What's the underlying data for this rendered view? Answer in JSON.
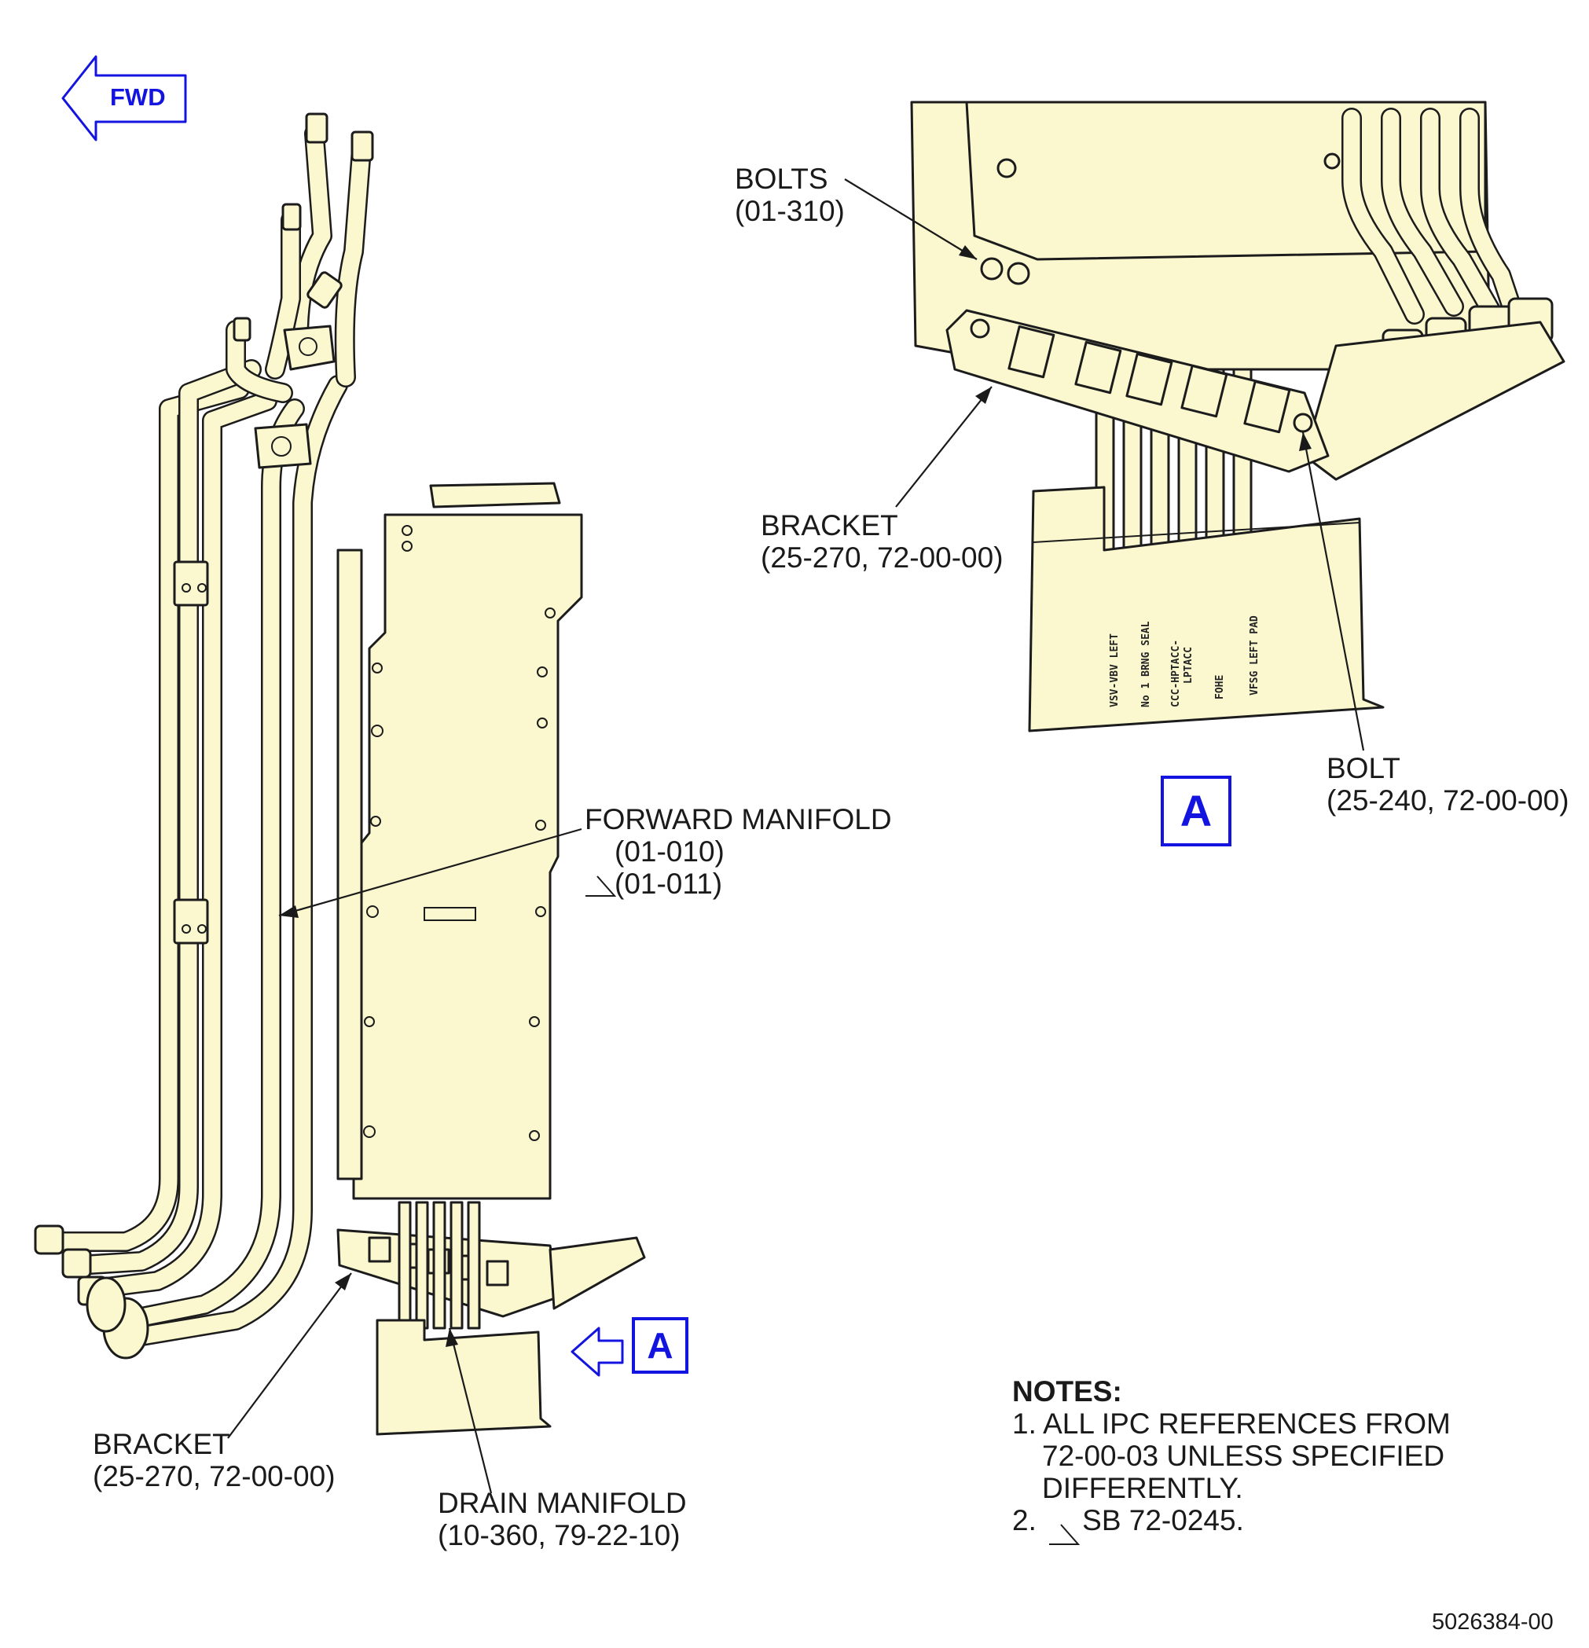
{
  "fwd_label": "FWD",
  "detail_marker": "A",
  "labels": {
    "bolts": [
      "BOLTS",
      "(01-310)"
    ],
    "bracket_top": [
      "BRACKET",
      "(25-270, 72-00-00)"
    ],
    "bolt": [
      "BOLT",
      "(25-240, 72-00-00)"
    ],
    "forward_manifold": [
      "FORWARD MANIFOLD",
      "(01-010)",
      "(01-011)"
    ],
    "bracket_bottom": [
      "BRACKET",
      "(25-270, 72-00-00)"
    ],
    "drain_manifold": [
      "DRAIN MANIFOLD",
      "(10-360, 79-22-10)"
    ]
  },
  "stencil": [
    "VSV-VBV LEFT",
    "No 1 BRNG SEAL",
    "CCC-HPTACC-",
    "LPTACC",
    "FOHE",
    "VFSG LEFT PAD"
  ],
  "notes": {
    "heading": "NOTES:",
    "items": [
      [
        "1. ALL IPC REFERENCES FROM",
        "72-00-03 UNLESS SPECIFIED",
        "DIFFERENTLY."
      ],
      [
        "2.",
        "SB 72-0245."
      ]
    ]
  },
  "figure_number": "5026384-00",
  "colors": {
    "part_fill": "#fbf8d0",
    "outline": "#1c1c1c",
    "callout_blue": "#1414e0"
  }
}
